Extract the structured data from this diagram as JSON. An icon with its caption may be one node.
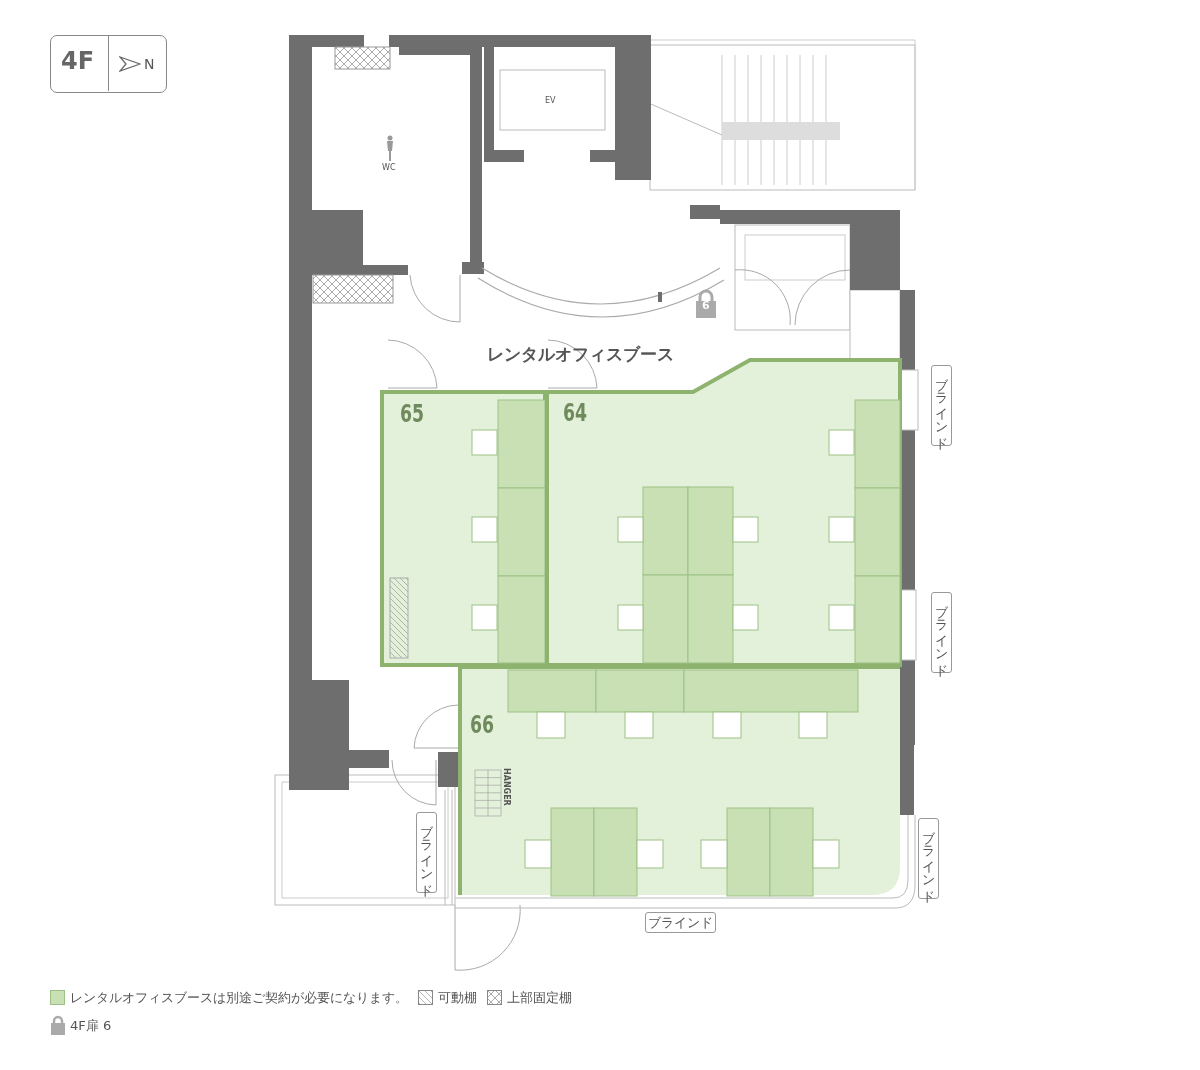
{
  "diagram": {
    "nodes": [
      {
        "text": [
          "WC"
        ]
      },
      {
        "text": [
          "EV"
        ]
      },
      {
        "text": [
          "65"
        ]
      },
      {
        "text": [
          "64"
        ]
      },
      {
        "text": [
          "66"
        ]
      }
    ],
    "labels": [
      "4F",
      "N",
      "レンタルオフィスブース",
      "6",
      "ブラインド",
      "ブラインド",
      "ブラインド",
      "HANGER",
      "ブラインド",
      "ブラインド"
    ],
    "legend": [
      {
        "text": "レンタルオフィスブースは別途ご契約が必要になります。",
        "color": "#c8e0b4"
      },
      {
        "text": "可動棚"
      },
      {
        "text": "上部固定棚"
      },
      {
        "text": "4F扉 6"
      }
    ]
  }
}
